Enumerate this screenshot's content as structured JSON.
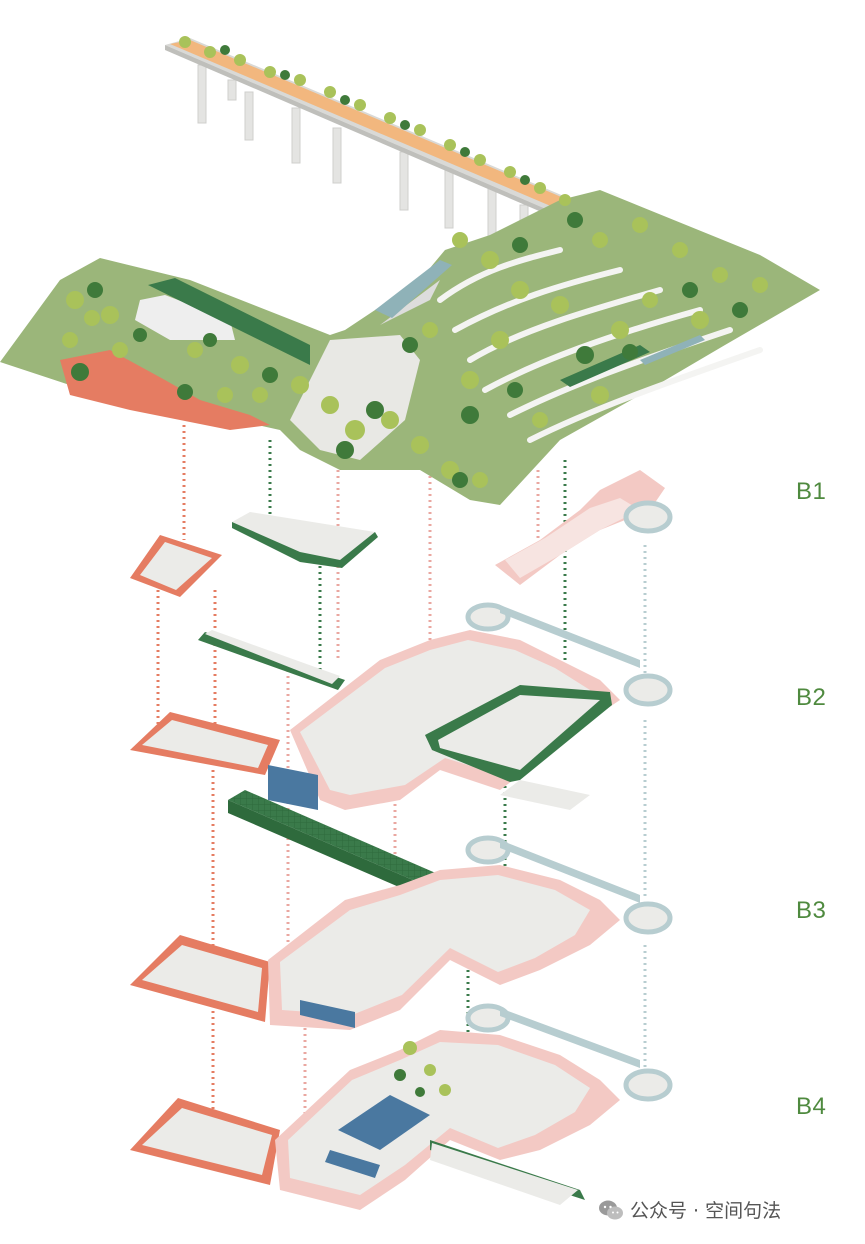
{
  "levels": [
    {
      "id": "B1",
      "label": "B1"
    },
    {
      "id": "B2",
      "label": "B2"
    },
    {
      "id": "B3",
      "label": "B3"
    },
    {
      "id": "B4",
      "label": "B4"
    }
  ],
  "watermark": {
    "text": "公众号 · 空间句法",
    "icon": "wechat-icon"
  },
  "colors": {
    "grass": "#9bb67a",
    "tree_dark": "#3f7a3a",
    "tree_light": "#a9c25a",
    "coral": "#e57c62",
    "pink": "#f3c9c4",
    "pink_wall": "#eaa7a0",
    "floor": "#ebebe8",
    "green_band": "#3a7a4a",
    "blue": "#4a78a0",
    "teal": "#b7cdd0",
    "bridge_deck": "#f2b77e",
    "label": "#4f8a3f"
  }
}
